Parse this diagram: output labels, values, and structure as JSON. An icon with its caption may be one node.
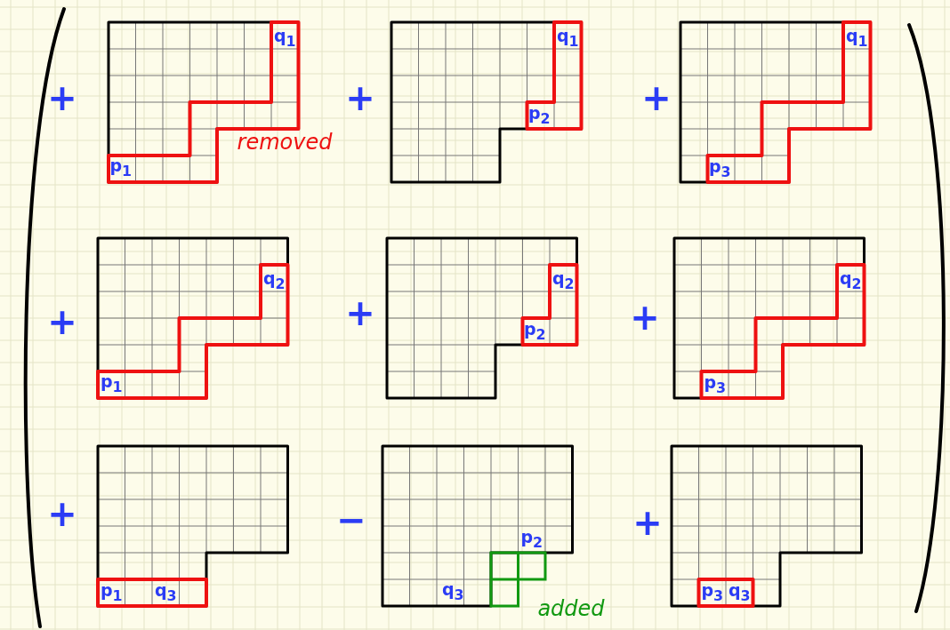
{
  "diagram": {
    "labels": [
      "+",
      "q$_{1}$",
      "p$_{1}$",
      "removed",
      "+",
      "q$_{1}$",
      "p$_{2}$",
      "+",
      "q$_{1}$",
      "p$_{3}$",
      "+",
      "q$_{2}$",
      "p$_{1}$",
      "+",
      "q$_{2}$",
      "p$_{2}$",
      "+",
      "q$_{2}$",
      "p$_{3}$",
      "+",
      "p$_{1}$",
      "q$_{3}$",
      "−",
      "p$_{2}$",
      "q$_{3}$",
      "added",
      "+",
      "p$_{3}$",
      "q$_{3}$"
    ]
  }
}
